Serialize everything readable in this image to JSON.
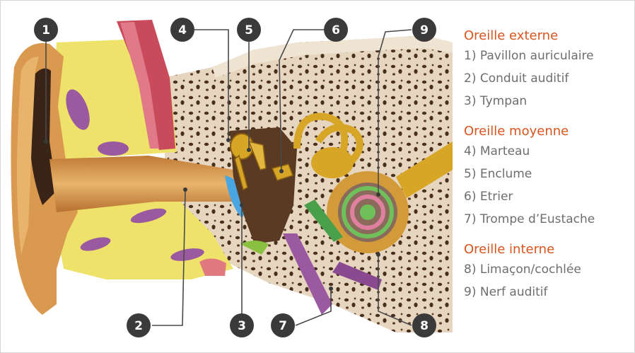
{
  "legend": {
    "sections": [
      {
        "title": "Oreille externe",
        "items": [
          "1) Pavillon auriculaire",
          "2) Conduit auditif",
          "3) Tympan"
        ]
      },
      {
        "title": "Oreille moyenne",
        "items": [
          "4) Marteau",
          "5) Enclume",
          "6) Etrier",
          "7) Trompe d’Eustache"
        ]
      },
      {
        "title": "Oreille interne",
        "items": [
          "8) Limaçon/cochlée",
          "9) Nerf auditif"
        ]
      }
    ]
  },
  "markers": [
    "1",
    "2",
    "3",
    "4",
    "5",
    "6",
    "7",
    "8",
    "9"
  ],
  "colors": {
    "section_title": "#d9541e",
    "item_text": "#6e6e6e",
    "marker_fill": "#3a3a3a",
    "leader_line": "#4a4a4a",
    "bone": "#e6d6bf",
    "skin": "#d99a50",
    "fat": "#efe26a",
    "ossicle": "#d8a627",
    "eardrum": "#4aa6e0"
  }
}
